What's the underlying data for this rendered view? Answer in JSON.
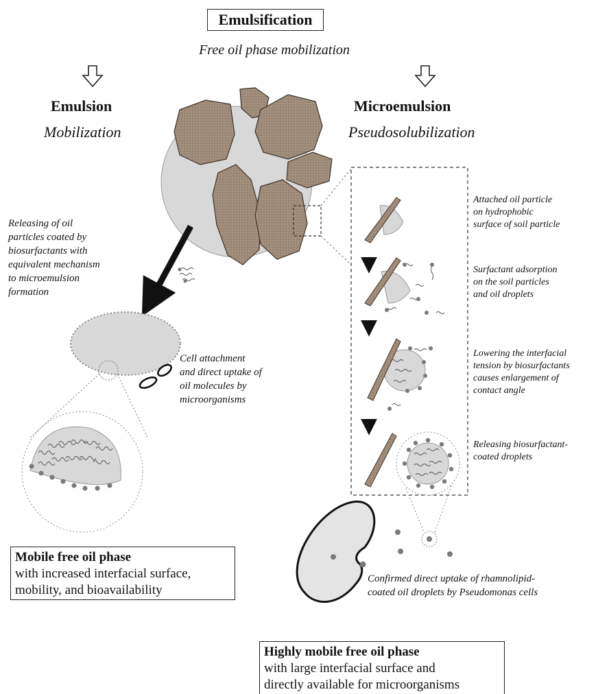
{
  "title": "Emulsification",
  "subtitle": "Free oil phase mobilization",
  "left_branch": {
    "heading": "Emulsion",
    "subheading": "Mobilization"
  },
  "right_branch": {
    "heading": "Microemulsion",
    "subheading": "Pseudosolubilization"
  },
  "left_release_text": [
    "Releasing of oil",
    "particles coated by",
    "biosurfactants with",
    "equivalent mechanism",
    "to microemulsion",
    "formation"
  ],
  "cell_attachment_text": [
    "Cell attachment",
    "and direct uptake of",
    "oil molecules by",
    "microorganisms"
  ],
  "steps": [
    {
      "lines": [
        "Attached oil particle",
        "on hydrophobic",
        "surface of soil particle"
      ]
    },
    {
      "lines": [
        "Surfactant adsorption",
        "on the soil particles",
        "and oil droplets"
      ]
    },
    {
      "lines": [
        "Lowering the interfacial",
        "tension by biosurfactants",
        "causes enlargement of",
        "contact angle"
      ]
    },
    {
      "lines": [
        "Releasing biosurfactant-",
        "coated droplets"
      ]
    }
  ],
  "confirmed_text": [
    "Confirmed direct uptake of rhamnolipid-",
    "coated oil droplets by Pseudomonas cells"
  ],
  "mobile_box": {
    "heading": "Mobile free oil phase",
    "lines": [
      "with increased interfacial surface,",
      "mobility, and bioavailability"
    ]
  },
  "highly_mobile_box": {
    "heading": "Highly mobile free oil phase",
    "lines": [
      "with large interfacial surface and",
      "directly available for microorganisms"
    ]
  },
  "colors": {
    "soil": "#a08c7a",
    "soil_edge": "#3e3328",
    "oil": "#d8d8d8",
    "oil_edge": "#888888",
    "arrow": "#111111",
    "head_dot": "#7a7a7a"
  }
}
